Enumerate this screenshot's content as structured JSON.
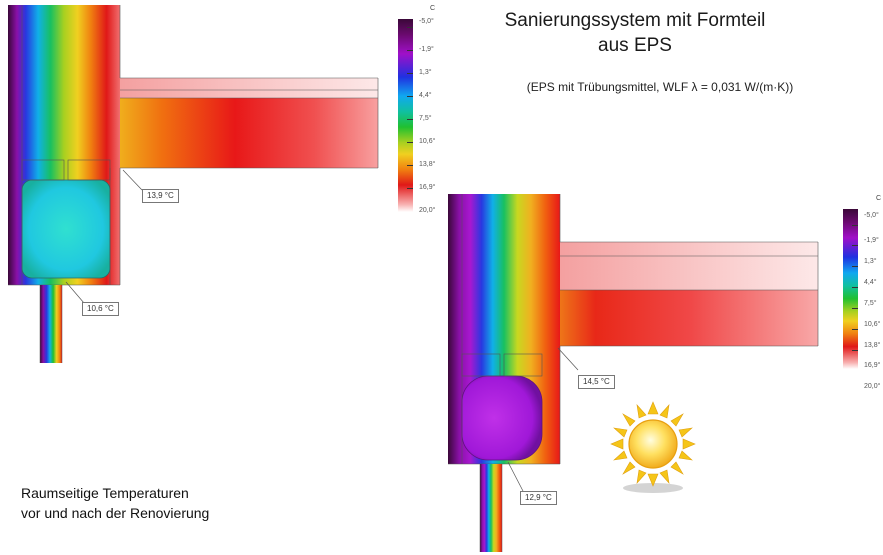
{
  "header": {
    "title_line1": "Sanierungssystem mit Formteil",
    "title_line2": "aus EPS",
    "subtitle": "(EPS mit Trübungsmittel, WLF λ = 0,031 W/(m·K))"
  },
  "caption": {
    "line1": "Raumseitige Temperaturen",
    "line2": "vor und nach der Renovierung"
  },
  "before": {
    "callout_edge": "13,9 °C",
    "callout_cavity": "10,6 °C"
  },
  "after": {
    "callout_edge": "14,5 °C",
    "callout_cavity": "12,9 °C"
  },
  "scale": {
    "unit": "C",
    "labels": [
      "-5,0°",
      "-1,9°",
      "1,3°",
      "4,4°",
      "7,5°",
      "10,6°",
      "13,8°",
      "16,9°",
      "20,0°"
    ]
  },
  "colors": {
    "cold": "#3a0838",
    "mid": "#20c030",
    "warm": "#e01818",
    "sun": "#f5c518"
  }
}
